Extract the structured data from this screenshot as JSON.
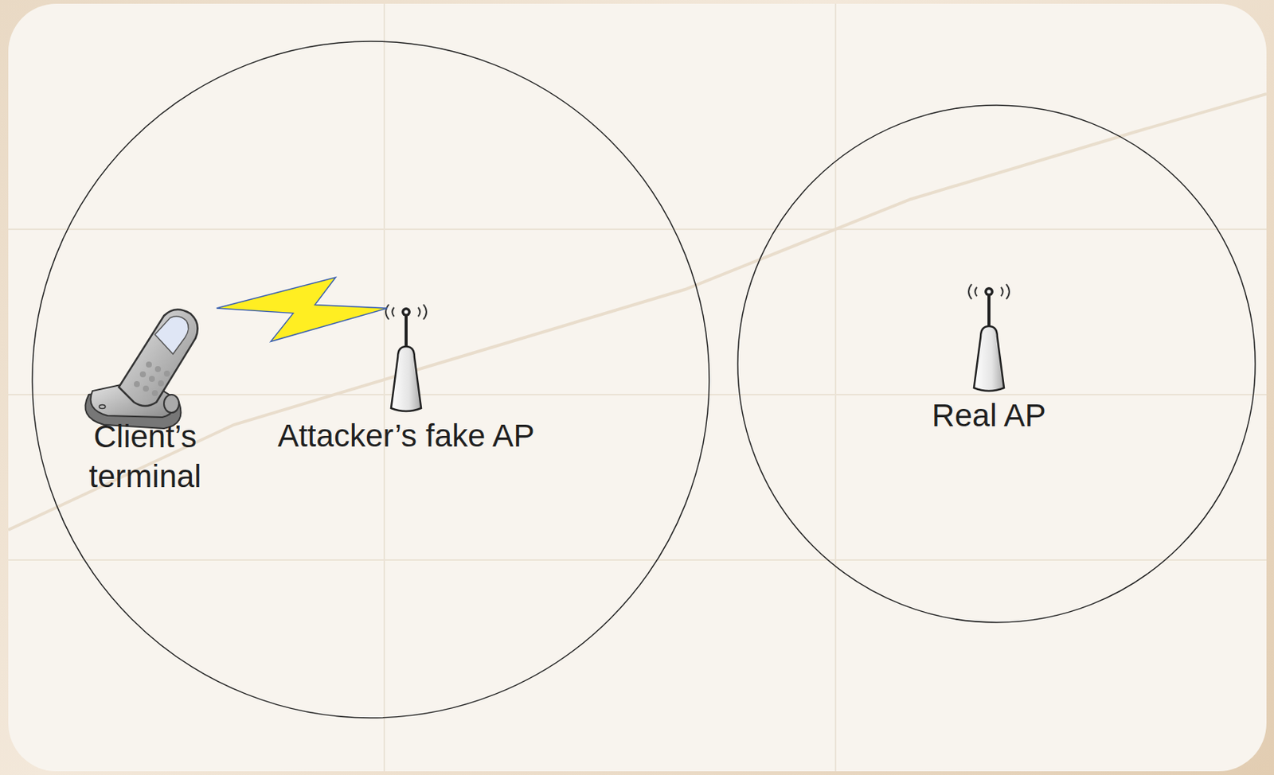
{
  "diagram": {
    "nodes": [
      {
        "text": [
          "Client’s terminal"
        ]
      },
      {
        "text": [
          "Attacker’s fake AP"
        ]
      },
      {
        "text": [
          "Real AP"
        ]
      }
    ],
    "edges": [
      {
        "from": 0,
        "to": 1,
        "arrow": "none"
      }
    ]
  }
}
